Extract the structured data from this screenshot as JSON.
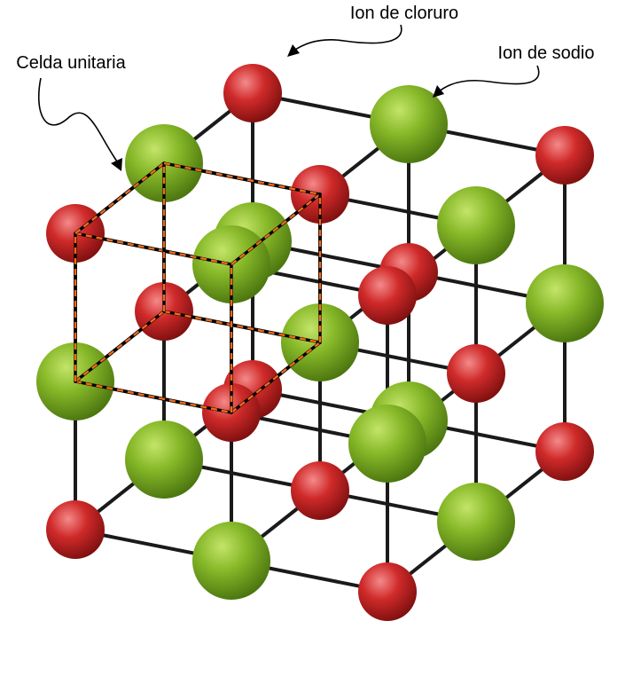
{
  "labels": {
    "chloride_ion": "Ion de cloruro",
    "sodium_ion": "Ion de sodio",
    "unit_cell": "Celda unitaria"
  },
  "colors": {
    "chloride": "#86b828",
    "sodium": "#d02a2a",
    "bond": "#1a1a1a",
    "unit_cell_outline": "#f26a1b"
  }
}
